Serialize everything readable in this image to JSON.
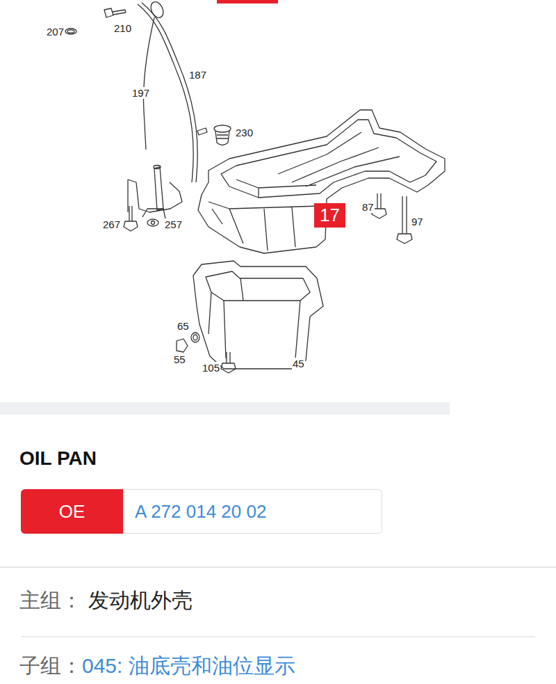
{
  "diagram": {
    "title": "OIL PAN",
    "nodes": [
      {
        "text": [
          "17"
        ]
      },
      {
        "text": [
          "OE"
        ]
      },
      {
        "text": [
          "A 272 014 20 02"
        ]
      }
    ],
    "labels": [
      "207",
      "210",
      "187",
      "197",
      "230",
      "87",
      "97",
      "267",
      "257",
      "65",
      "55",
      "105",
      "45",
      "主组：",
      "发动机外壳",
      "子组：",
      "045: 油底壳和油位显示"
    ]
  }
}
